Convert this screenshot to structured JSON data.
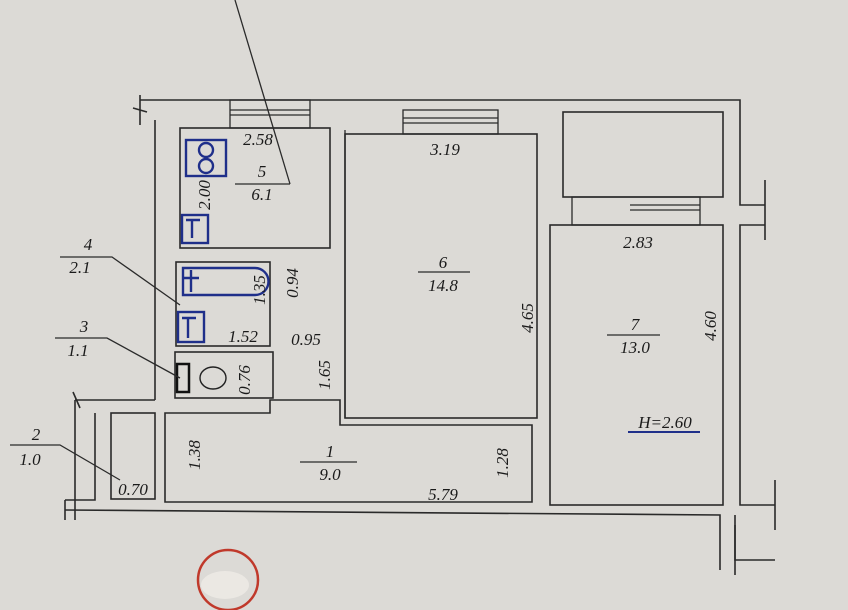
{
  "rooms": [
    {
      "number": "1",
      "area": "9.0"
    },
    {
      "number": "2",
      "area": "1.0"
    },
    {
      "number": "3",
      "area": "1.1"
    },
    {
      "number": "4",
      "area": "2.1"
    },
    {
      "number": "5",
      "area": "6.1"
    },
    {
      "number": "6",
      "area": "14.8"
    },
    {
      "number": "7",
      "area": "13.0"
    }
  ],
  "dimensions": {
    "kitchen_width": "2.58",
    "kitchen_depth": "2.00",
    "room6_width": "3.19",
    "room6_depth": "4.65",
    "room7_width": "2.83",
    "room7_depth": "4.60",
    "corridor_length": "5.79",
    "corridor_width": "1.28",
    "closet_width": "0.70",
    "closet_depth": "1.38",
    "bath_length": "1.52",
    "bath_depth": "1.35",
    "hall_width": "0.95",
    "hall_depth_upper": "0.94",
    "hall_depth_lower": "1.65",
    "toilet_depth": "0.76"
  },
  "ceiling_height": "H=2.60",
  "colors": {
    "paper": "#dcdad6",
    "lines": "#2a2a2a",
    "fixtures": "#1f2f8a",
    "stamp": "#c0392b"
  }
}
